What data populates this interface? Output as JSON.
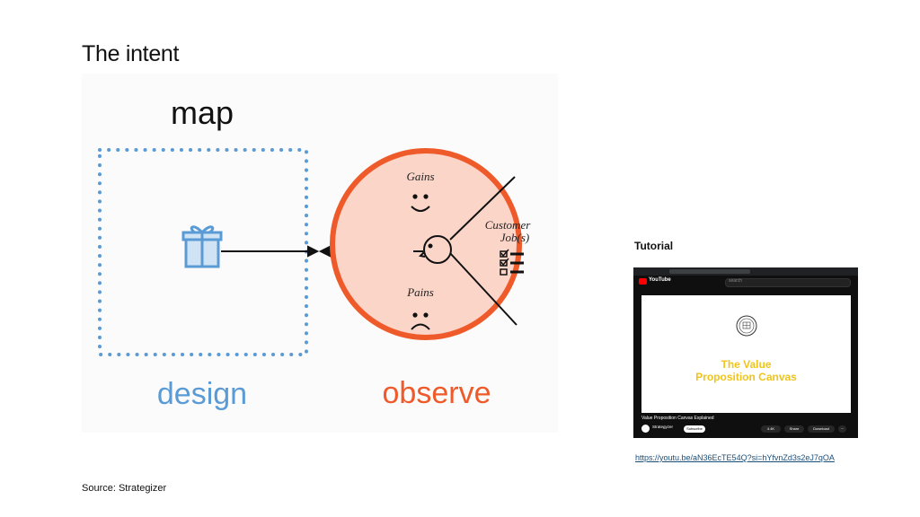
{
  "slide": {
    "title": "The intent",
    "source": "Source: Strategizer"
  },
  "diagram": {
    "heading": "map",
    "left_label": "design",
    "right_label": "observe",
    "segments": {
      "gains": "Gains",
      "pains": "Pains",
      "jobs_line1": "Customer",
      "jobs_line2": "Job(s)"
    },
    "icons": [
      "gift-icon",
      "smiley-face-icon",
      "frown-face-icon",
      "customer-head-icon",
      "checklist-icon"
    ],
    "colors": {
      "design": "#5b9bd5",
      "observe": "#ef5a2a",
      "observe_fill": "#fcd5c9"
    }
  },
  "tutorial": {
    "label": "Tutorial",
    "link": "https://youtu.be/aN36EcTE54Q?si=hYfvnZd3s2eJ7qOA",
    "thumbnail": {
      "yt_logo": "YouTube",
      "search": "search",
      "video_title_line1": "The Value",
      "video_title_line2": "Proposition Canvas",
      "caption": "Value Proposition Canvas Explained",
      "channel": "Strategyzer",
      "subscribe": "Subscribe",
      "likes": "4.4K",
      "share": "Share",
      "download": "Download"
    }
  }
}
